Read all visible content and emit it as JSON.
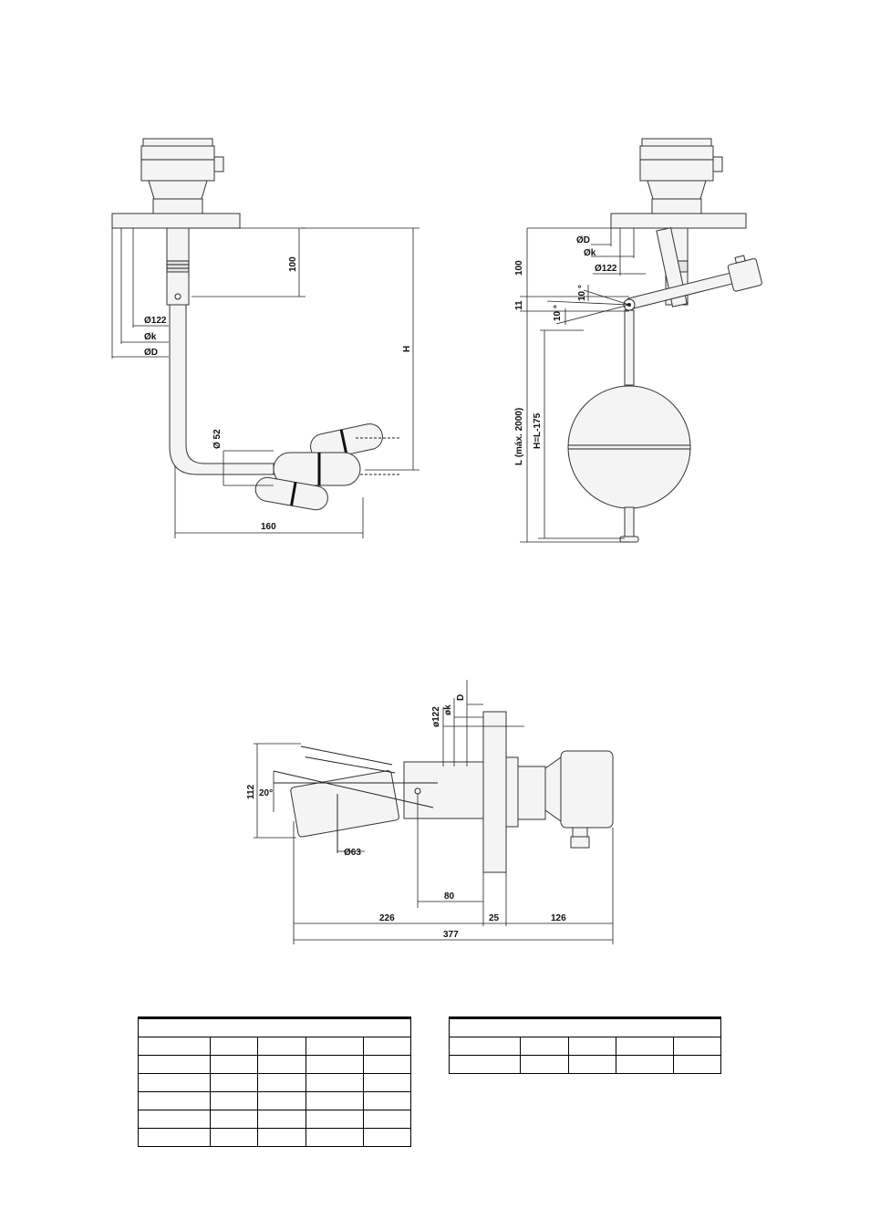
{
  "drawing_left": {
    "dims": {
      "d122": "Ø122",
      "dk": "Øk",
      "dD": "ØD",
      "h100": "100",
      "H": "H",
      "d52": "Ø 52",
      "w160": "160"
    }
  },
  "drawing_right": {
    "dims": {
      "dD": "ØD",
      "dk": "Øk",
      "d122": "Ø122",
      "h100": "100",
      "h11": "11",
      "a10a": "10 °",
      "a10b": "10 °",
      "L": "L (máx. 2000)",
      "H": "H=L-175"
    }
  },
  "drawing_bottom": {
    "dims": {
      "d122": "ø122",
      "dk": "øk",
      "D": "D",
      "h112": "112",
      "a20": "20°",
      "d63": "Ø63",
      "w80": "80",
      "w226": "226",
      "w25": "25",
      "w126": "126",
      "w377": "377"
    }
  },
  "tables": {
    "left": {
      "rows": 7,
      "cols": 5
    },
    "right": {
      "rows": 3,
      "cols": 5
    }
  }
}
